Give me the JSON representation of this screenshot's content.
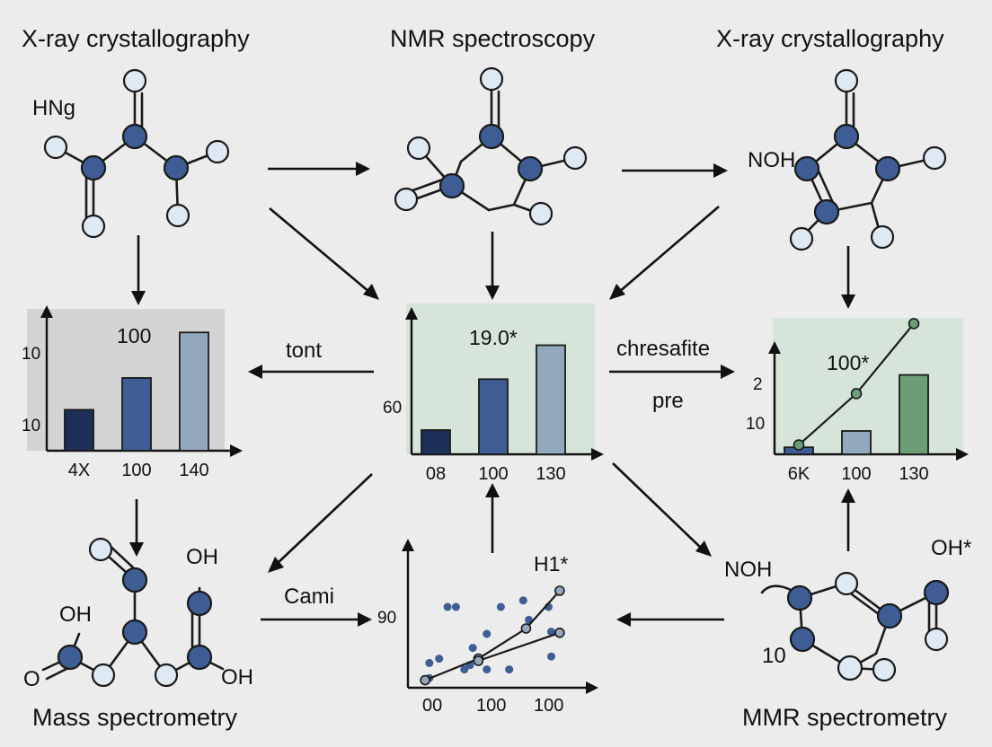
{
  "titles": {
    "top_left": "X-ray crystallography",
    "top_center": "NMR spectroscopy",
    "top_right": "X-ray crystallography",
    "bottom_left": "Mass spectrometry",
    "bottom_right": "MMR spectrometry"
  },
  "molecule_labels": {
    "tl": "HNg",
    "tr": "NOH",
    "bl_oh1": "OH",
    "bl_oh2": "OH",
    "bl_o": "O",
    "bl_oh3": "OH",
    "br_noh": "NOH",
    "br_oh": "OH*",
    "br_10": "10"
  },
  "arrow_labels": {
    "left": "tont",
    "right_1": "chresafite",
    "right_2": "pre",
    "bottom_left": "Cami"
  },
  "colors": {
    "background": "#ececec",
    "atom_dark": "#3e5d94",
    "atom_light": "#dfe9f3",
    "panel_gray": "#d3d4d4",
    "panel_green": "#d6e4da"
  },
  "chart_data": [
    {
      "type": "bar",
      "title": "100",
      "categories": [
        "4X",
        "100",
        "140"
      ],
      "values": [
        18,
        32,
        52
      ],
      "y_ticks": [
        "10",
        "10"
      ],
      "ylim": [
        0,
        60
      ],
      "colors": [
        "#1c2f57",
        "#3e5d94",
        "#93a8bd"
      ]
    },
    {
      "type": "bar",
      "title": "19.0*",
      "categories": [
        "08",
        "100",
        "130"
      ],
      "values": [
        10,
        31,
        45
      ],
      "y_ticks": [
        "60"
      ],
      "ylim": [
        0,
        60
      ],
      "colors": [
        "#1c2f57",
        "#3e5d94",
        "#93a8bd"
      ]
    },
    {
      "type": "bar",
      "title": "100*",
      "categories": [
        "6K",
        "100",
        "130"
      ],
      "values": [
        3,
        10,
        34
      ],
      "y_ticks": [
        "2",
        "10"
      ],
      "ylim": [
        0,
        60
      ],
      "colors": [
        "#3e5d94",
        "#93a8bd",
        "#6b9e74"
      ],
      "line": [
        4,
        26,
        56
      ]
    },
    {
      "type": "scatter",
      "title": "H1*",
      "x_ticks": [
        "00",
        "100",
        "100"
      ],
      "y_ticks": [
        "90"
      ],
      "xlim": [
        0,
        100
      ],
      "ylim": [
        0,
        100
      ],
      "points": [
        [
          5,
          4
        ],
        [
          5,
          18
        ],
        [
          12,
          22
        ],
        [
          18,
          70
        ],
        [
          24,
          70
        ],
        [
          34,
          16
        ],
        [
          36,
          32
        ],
        [
          46,
          45
        ],
        [
          56,
          70
        ],
        [
          62,
          12
        ],
        [
          72,
          76
        ],
        [
          76,
          58
        ],
        [
          90,
          70
        ],
        [
          92,
          47
        ],
        [
          92,
          24
        ],
        [
          46,
          12
        ],
        [
          30,
          12
        ]
      ],
      "series": [
        {
          "values": [
            [
              2,
              2
            ],
            [
              40,
              22
            ],
            [
              74,
              50
            ],
            [
              98,
              85
            ]
          ]
        },
        {
          "values": [
            [
              40,
              20
            ],
            [
              98,
              46
            ]
          ]
        }
      ]
    }
  ]
}
